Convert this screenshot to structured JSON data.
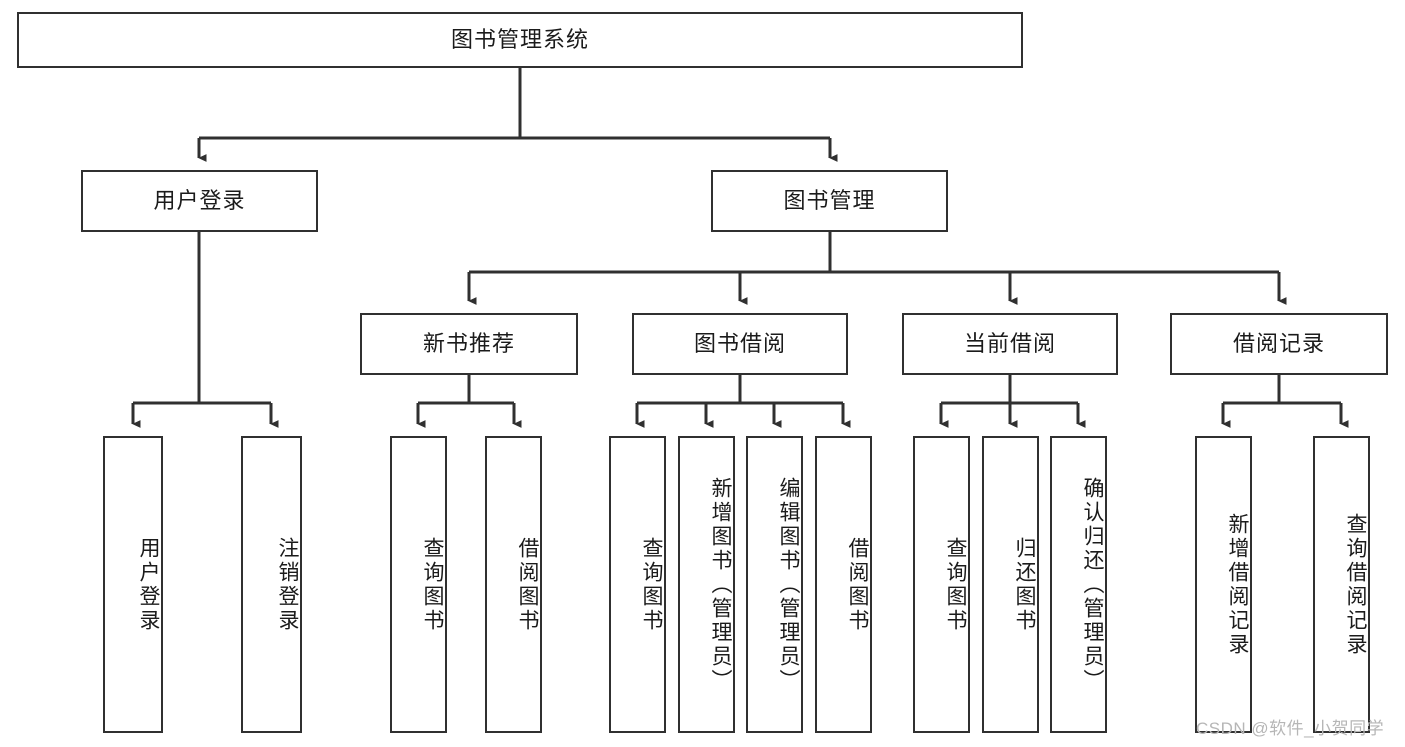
{
  "diagram": {
    "title": "图书管理系统",
    "type": "tree-hierarchy-chart",
    "colors": {
      "box_border": "#303030",
      "box_fill": "#ffffff",
      "edge": "#303030",
      "text": "#1b1b1b",
      "watermark": "#b6b6b6",
      "background": "#ffffff"
    },
    "watermark": "CSDN @软件_小贺同学"
  },
  "nodes": {
    "root": {
      "label": "图书管理系统"
    },
    "level2": [
      {
        "id": "user-login",
        "label": "用户登录"
      },
      {
        "id": "book-manage",
        "label": "图书管理"
      }
    ],
    "level3": [
      {
        "id": "new-book-recommend",
        "label": "新书推荐"
      },
      {
        "id": "book-borrow",
        "label": "图书借阅"
      },
      {
        "id": "current-borrow",
        "label": "当前借阅"
      },
      {
        "id": "borrow-record",
        "label": "借阅记录"
      }
    ],
    "leaves": {
      "user-login": [
        {
          "id": "leaf-user-login",
          "label": "用户登录"
        },
        {
          "id": "leaf-logout-login",
          "label": "注销登录"
        }
      ],
      "new-book-recommend": [
        {
          "id": "leaf-query-book-1",
          "label": "查询图书"
        },
        {
          "id": "leaf-borrow-book-1",
          "label": "借阅图书"
        }
      ],
      "book-borrow": [
        {
          "id": "leaf-query-book-2",
          "label": "查询图书"
        },
        {
          "id": "leaf-add-book",
          "label": "新增图书（管理员）"
        },
        {
          "id": "leaf-edit-book",
          "label": "编辑图书（管理员）"
        },
        {
          "id": "leaf-borrow-book-2",
          "label": "借阅图书"
        }
      ],
      "current-borrow": [
        {
          "id": "leaf-query-book-3",
          "label": "查询图书"
        },
        {
          "id": "leaf-return-book",
          "label": "归还图书"
        },
        {
          "id": "leaf-confirm-return",
          "label": "确认归还（管理员）"
        }
      ],
      "borrow-record": [
        {
          "id": "leaf-add-record",
          "label": "新增借阅记录"
        },
        {
          "id": "leaf-query-record",
          "label": "查询借阅记录"
        }
      ]
    }
  }
}
